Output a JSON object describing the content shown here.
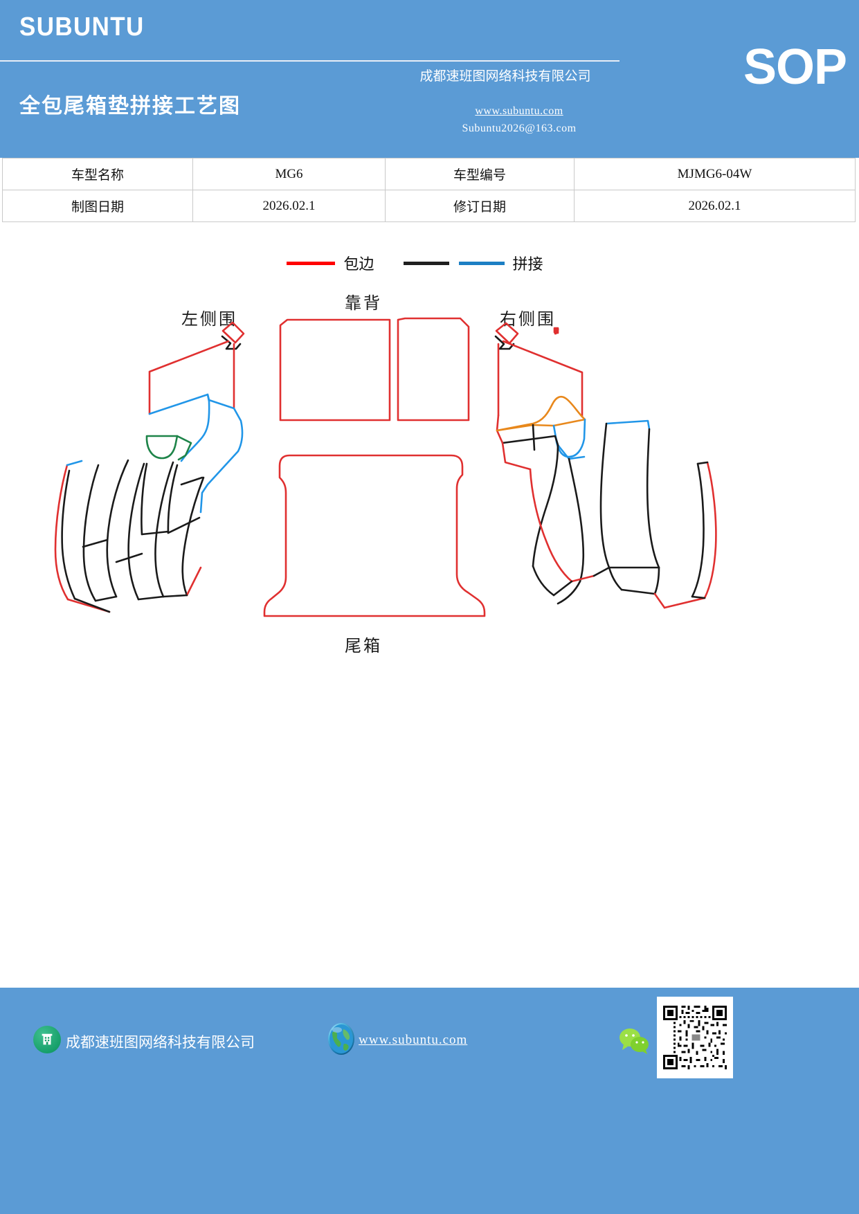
{
  "header": {
    "brand": "SUBUNTU",
    "doc_title": "全包尾箱垫拼接工艺图",
    "company": "成都速班图网络科技有限公司",
    "website": "www.subuntu.com",
    "email": "Subuntu2026@163.com",
    "badge": "SOP",
    "bg_color": "#5B9BD5"
  },
  "info_table": {
    "rows": [
      {
        "label1": "车型名称",
        "value1": "MG6",
        "label2": "车型编号",
        "value2": "MJMG6-04W"
      },
      {
        "label1": "制图日期",
        "value1": "2026.02.1",
        "label2": "修订日期",
        "value2": "2026.02.1"
      }
    ]
  },
  "legend": {
    "items": [
      {
        "label": "包边",
        "color": "#FF0000",
        "swatches": [
          "#FF0000"
        ]
      },
      {
        "label": "拼接",
        "color": "#1F1F1F",
        "swatches": [
          "#1F1F1F",
          "#1C7FC4"
        ]
      }
    ]
  },
  "diagram": {
    "labels": {
      "left_side": "左侧围",
      "backrest": "靠背",
      "right_side": "右侧围",
      "trunk": "尾箱"
    },
    "line_colors": {
      "binding": "#E03030",
      "seam_black": "#1A1A1A",
      "seam_blue": "#2196E8",
      "seam_green": "#1E8449",
      "seam_orange": "#E8881C"
    }
  },
  "footer": {
    "company": "成都速班图网络科技有限公司",
    "website": "www.subuntu.com",
    "icons": {
      "company": "building-icon",
      "globe": "globe-icon",
      "wechat": "wechat-icon",
      "qr": "qr-code-icon"
    },
    "bg_color": "#5B9BD5"
  }
}
